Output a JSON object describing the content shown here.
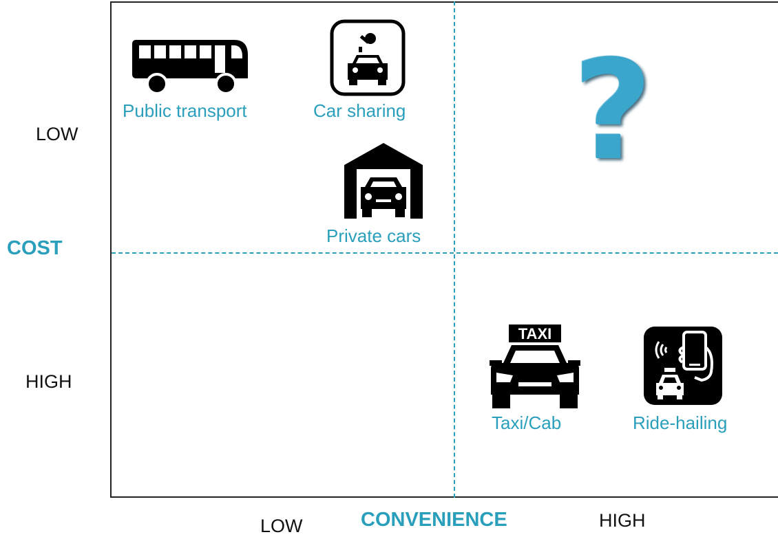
{
  "axes": {
    "y_title": "COST",
    "y_low": "LOW",
    "y_high": "HIGH",
    "x_title": "CONVENIENCE",
    "x_low": "LOW",
    "x_high": "HIGH"
  },
  "items": {
    "public_transport": {
      "label": "Public transport",
      "icon": "bus-icon"
    },
    "car_sharing": {
      "label": "Car sharing",
      "icon": "car-key-icon"
    },
    "private_cars": {
      "label": "Private cars",
      "icon": "garage-car-icon"
    },
    "taxi": {
      "label": "Taxi/Cab",
      "icon": "taxi-icon",
      "sign": "TAXI"
    },
    "ride_hailing": {
      "label": "Ride-hailing",
      "icon": "phone-ride-icon"
    },
    "unknown": {
      "symbol": "?"
    }
  },
  "colors": {
    "accent": "#2a9fbc",
    "ink": "#111111",
    "question": "#3aa6cc"
  }
}
